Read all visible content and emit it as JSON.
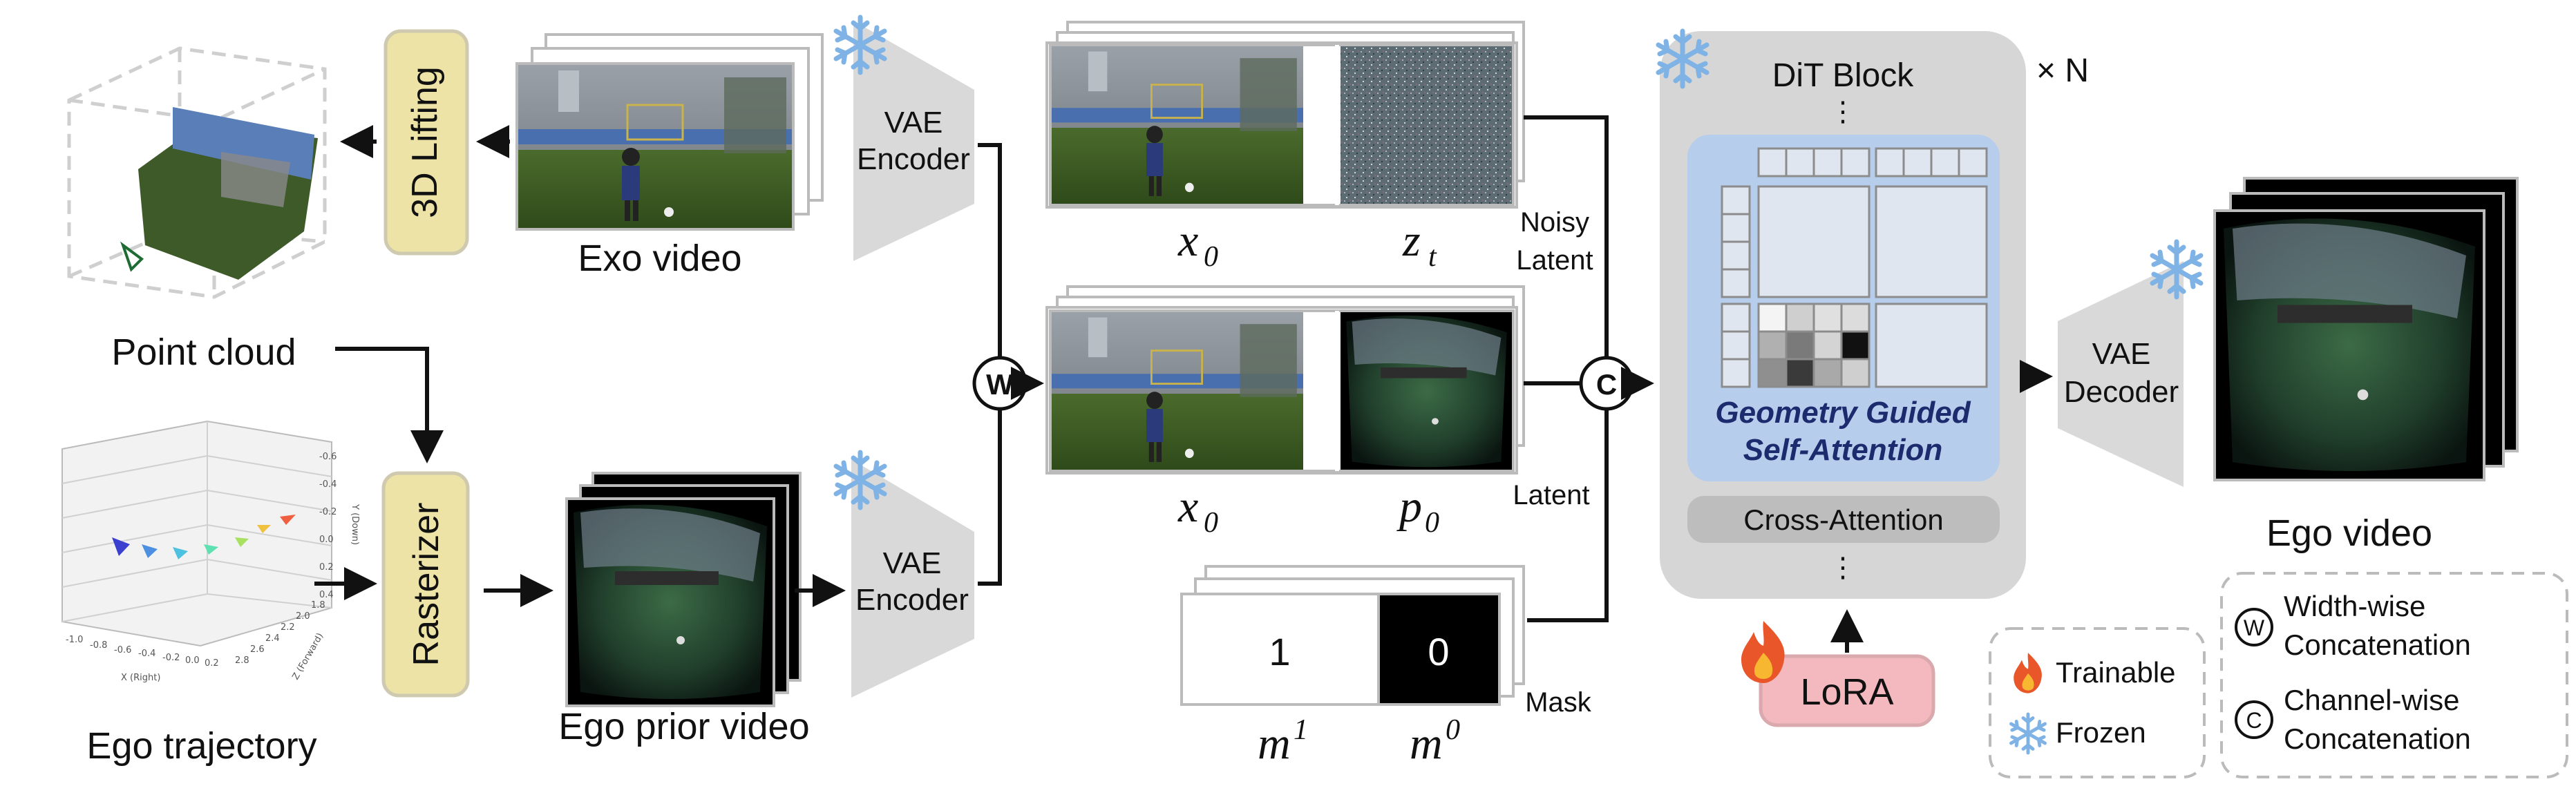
{
  "labels": {
    "exo_video": "Exo video",
    "point_cloud": "Point cloud",
    "ego_trajectory": "Ego trajectory",
    "ego_prior_video": "Ego prior video",
    "lifting": "3D Lifting",
    "rasterizer": "Rasterizer",
    "vae": "VAE",
    "encoder": "Encoder",
    "decoder": "Decoder",
    "noisy": "Noisy",
    "latent": "Latent",
    "mask": "Mask",
    "dit_block": "DiT Block",
    "times_n": "× N",
    "vdots": "⋮",
    "geometry_1": "Geometry Guided",
    "geometry_2": "Self-Attention",
    "cross_attention": "Cross-Attention",
    "lora": "LoRA",
    "ego_video": "Ego video",
    "w": "W",
    "c": "C",
    "one": "1",
    "zero": "0"
  },
  "math": {
    "x0": "x",
    "x0_sub": "0",
    "zt": "z",
    "zt_sub": "t",
    "x0b": "x",
    "x0b_sub": "0",
    "p0": "p",
    "p0_sub": "0",
    "m1": "m",
    "m1_sup": "1",
    "m0": "m",
    "m0_sup": "0"
  },
  "legend": {
    "trainable": "Trainable",
    "frozen": "Frozen",
    "w_l1": "Width-wise",
    "w_l2": "Concatenation",
    "c_l1": "Channel-wise",
    "c_l2": "Concatenation"
  },
  "plot": {
    "x_ticks": [
      "-1.0",
      "-0.8",
      "-0.6",
      "-0.4",
      "-0.2",
      "0.0",
      "0.2"
    ],
    "y_ticks": [
      "-0.6",
      "-0.4",
      "-0.2",
      "0.0",
      "0.2",
      "0.4"
    ],
    "z_ticks": [
      "2.8",
      "2.6",
      "2.4",
      "2.2",
      "2.0",
      "1.8"
    ],
    "x_label": "X (Right)",
    "y_label": "Y (Down)",
    "z_label": "Z (Forward)"
  },
  "colors": {
    "lifting_fill": "#ede3a6",
    "encoder_fill": "#d9d9d9",
    "dit_fill": "#d6d6d6",
    "attn_fill": "#b6cdec",
    "lora_fill": "#f3b9bf",
    "flame": "#e8562a",
    "snow": "#7fb2e5"
  }
}
